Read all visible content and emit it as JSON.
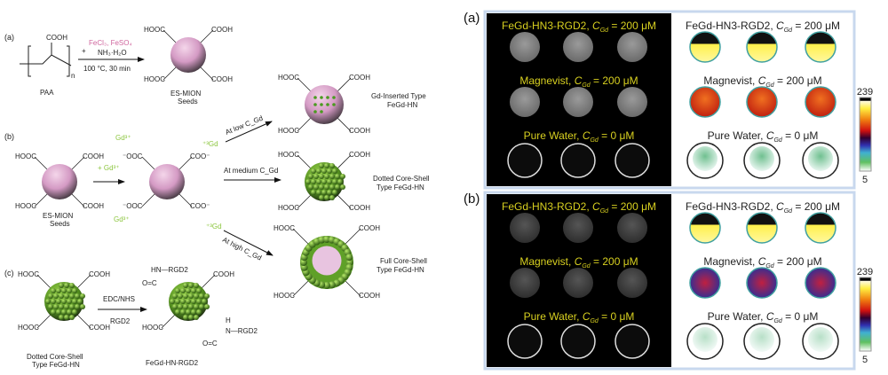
{
  "scheme": {
    "panel_a": "(a)",
    "panel_b": "(b)",
    "panel_c": "(c)",
    "cooh": "COOH",
    "hooc": "HOOC",
    "coo": "COO⁻",
    "ooc": "⁻OOC",
    "paa": "PAA",
    "sub_n": "n",
    "reagents1": "FeCl₃, FeSO₄",
    "reagents2": "NH₃·H₂O",
    "conditions": "100 °C, 30 min",
    "plus": "+",
    "seeds1": "ES-MION",
    "seeds2": "Seeds",
    "gd_add": "+ Gd³⁺",
    "gd_ion": "Gd³⁺",
    "gd_ion_r": "⁺³Gd",
    "low": "At low C_Gd",
    "medium": "At medium C_Gd",
    "high": "At high C_Gd",
    "gd_inserted1": "Gd-Inserted Type",
    "gd_inserted2": "FeGd-HN",
    "dotted1": "Dotted Core-Shell",
    "dotted2": "Type FeGd-HN",
    "full1": "Full Core-Shell",
    "full2": "Type FeGd-HN",
    "edc": "EDC/NHS",
    "rgd": "RGD2",
    "hn_rgd": "HN—RGD2",
    "co": "O=C",
    "h": "H",
    "n_rgd": "N—RGD2",
    "product": "FeGd-HN-RGD2"
  },
  "mri": {
    "panels": [
      {
        "label": "(a)",
        "rows": [
          "FeGd-HN3-RGD2, C_Gd = 200 μM",
          "Magnevist,  C_Gd = 200 μM",
          "Pure Water, C_Gd = 0 μM"
        ],
        "colorbar_max": "239",
        "colorbar_min": "5"
      },
      {
        "label": "(b)",
        "rows": [
          "FeGd-HN3-RGD2, C_Gd = 200 μM",
          "Magnevist,  C_Gd = 200 μM",
          "Pure Water, C_Gd = 0 μM"
        ],
        "colorbar_max": "239",
        "colorbar_min": "5"
      }
    ]
  },
  "colors": {
    "pink": "#d49ac4",
    "green": "#6aa62a",
    "yellow_text": "#d8d020",
    "frame": "#c8d8ee"
  }
}
